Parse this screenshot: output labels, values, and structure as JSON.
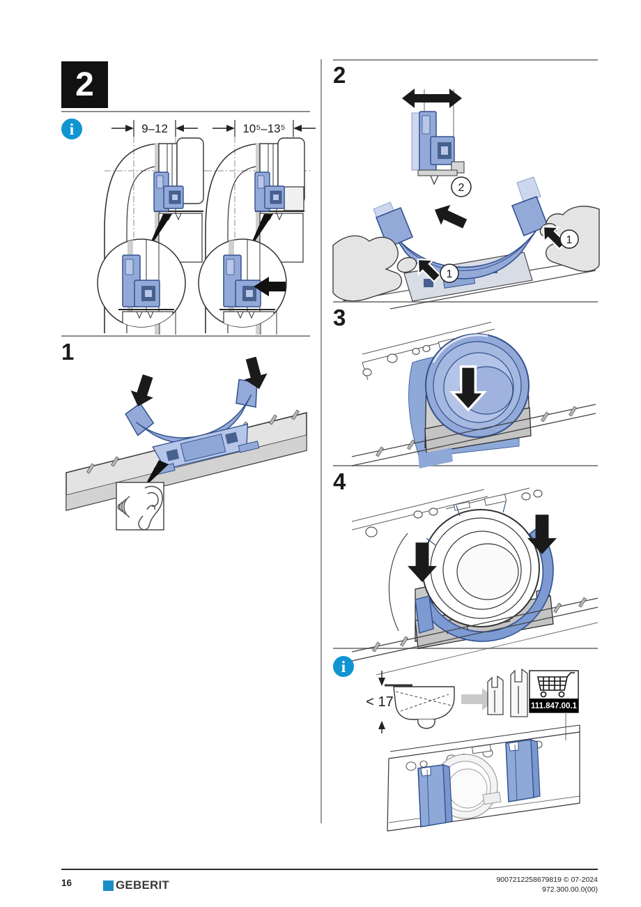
{
  "header": {
    "step_box": "2"
  },
  "intro": {
    "dim_left": "9–12",
    "dim_right": "10⁵–13⁵"
  },
  "steps": {
    "s1": "1",
    "s2": "2",
    "s3": "3",
    "s4": "4"
  },
  "callouts": {
    "press": "1",
    "remove": "2"
  },
  "note": {
    "height_limit": "< 17",
    "part_number": "111.847.00.1"
  },
  "footer": {
    "page_number": "16",
    "brand": "GEBERIT",
    "doc_code": "9007212258679819 © 07-2024",
    "doc_version": "972.300.00.0(00)"
  },
  "icons": [
    "info-icon",
    "ear-icon",
    "cart-icon",
    "arrow-down-icon",
    "arrow-left-right-icon"
  ],
  "colors": {
    "info_blue": "#1095d2",
    "brand_blue": "#1b8dc6",
    "part_blue": "#93a9d8",
    "part_blue_dark": "#31508d",
    "arrow_black": "#1a1a1a"
  }
}
